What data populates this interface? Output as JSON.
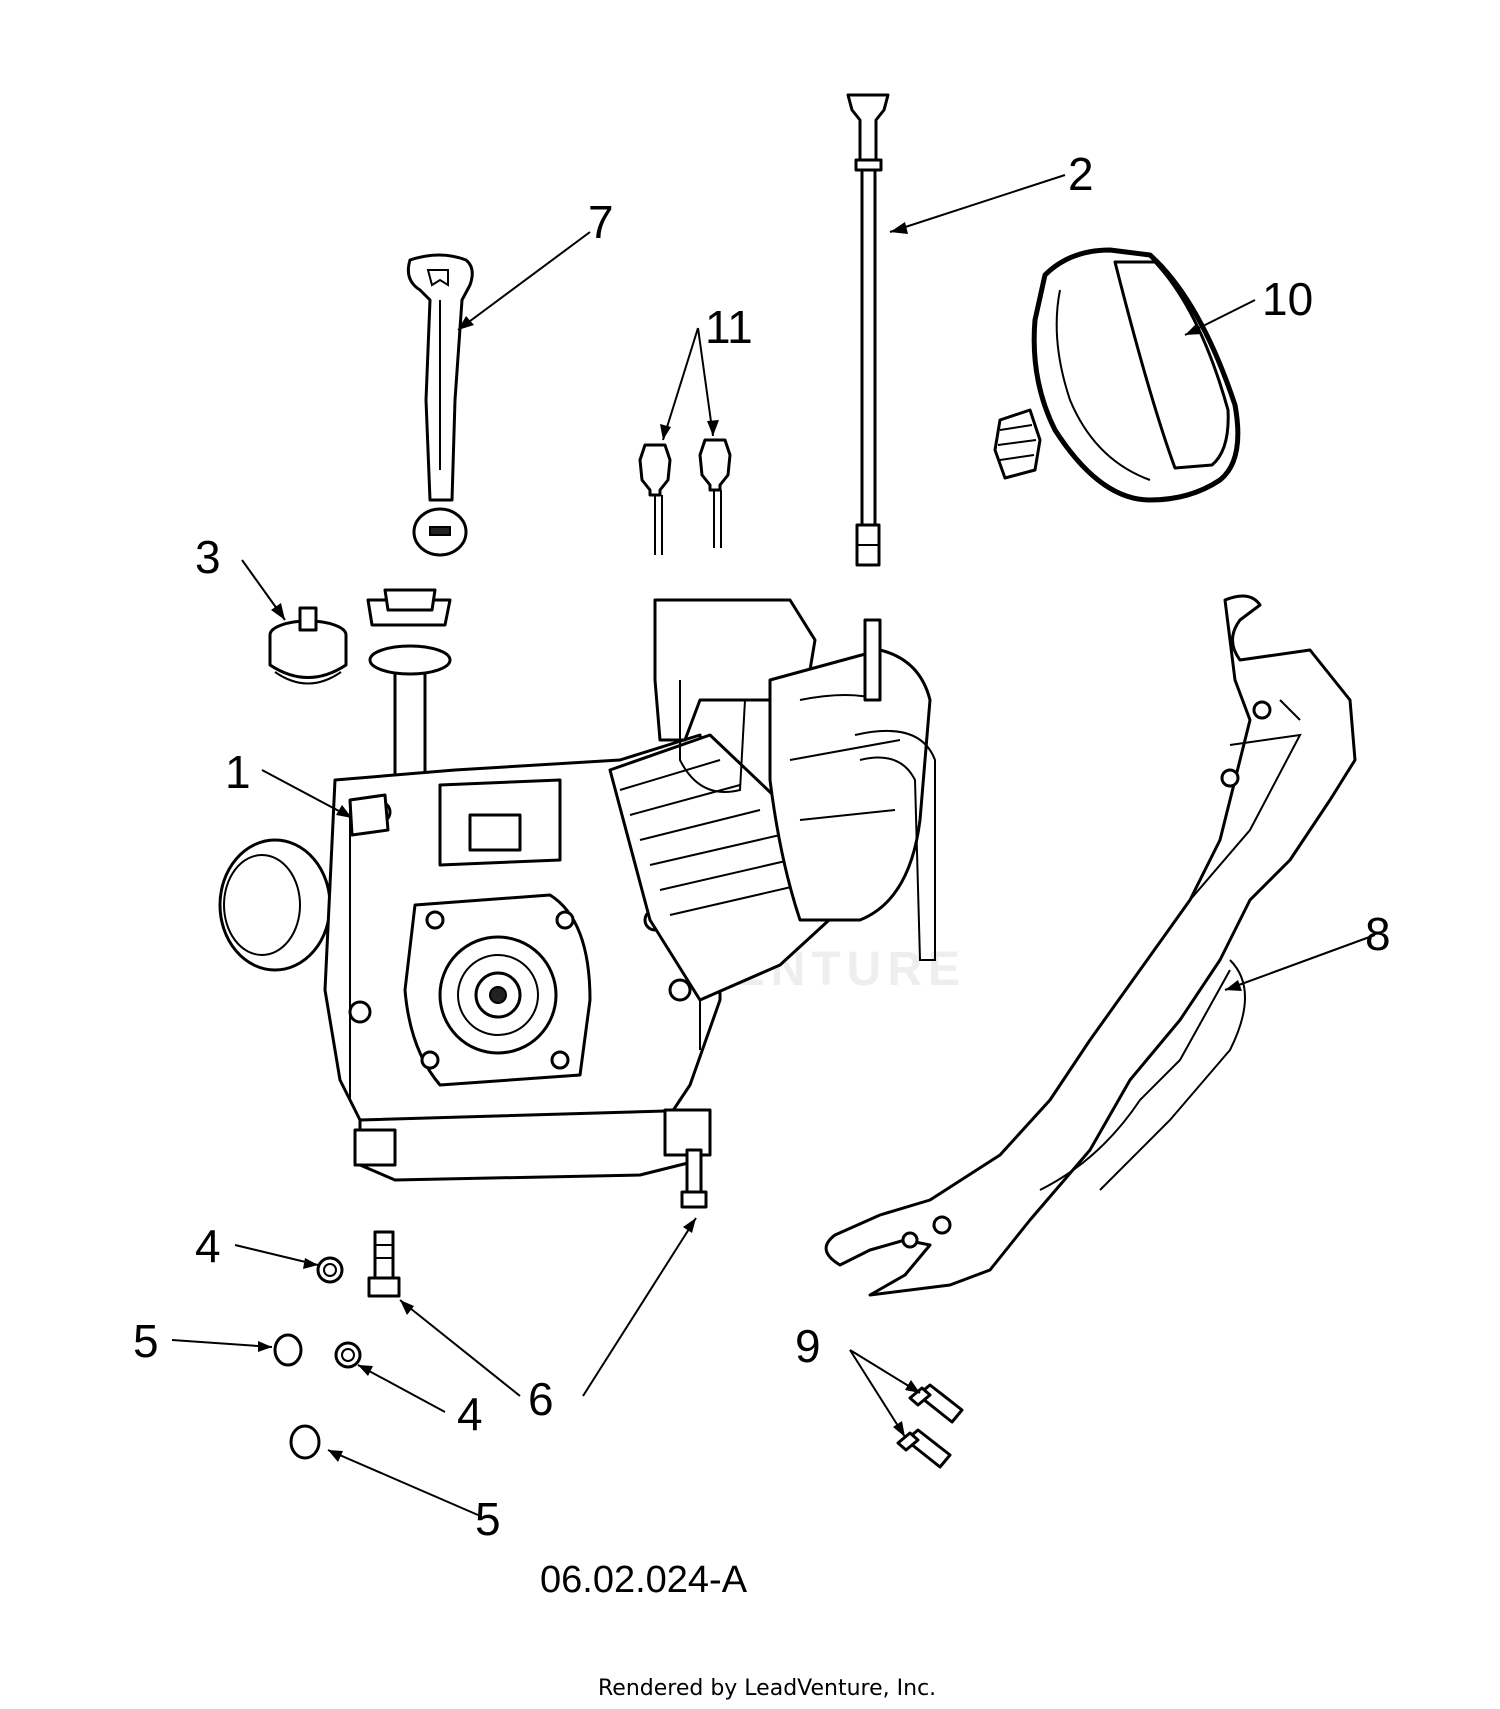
{
  "diagram": {
    "drawing_code": "06.02.024-A",
    "footer": "Rendered by LeadVenture, Inc.",
    "watermark": "LEADVENTURE",
    "callouts": {
      "c1": "1",
      "c2": "2",
      "c3": "3",
      "c4a": "4",
      "c4b": "4",
      "c5a": "5",
      "c5b": "5",
      "c6": "6",
      "c7": "7",
      "c8": "8",
      "c9": "9",
      "c10": "10",
      "c11": "11"
    }
  }
}
